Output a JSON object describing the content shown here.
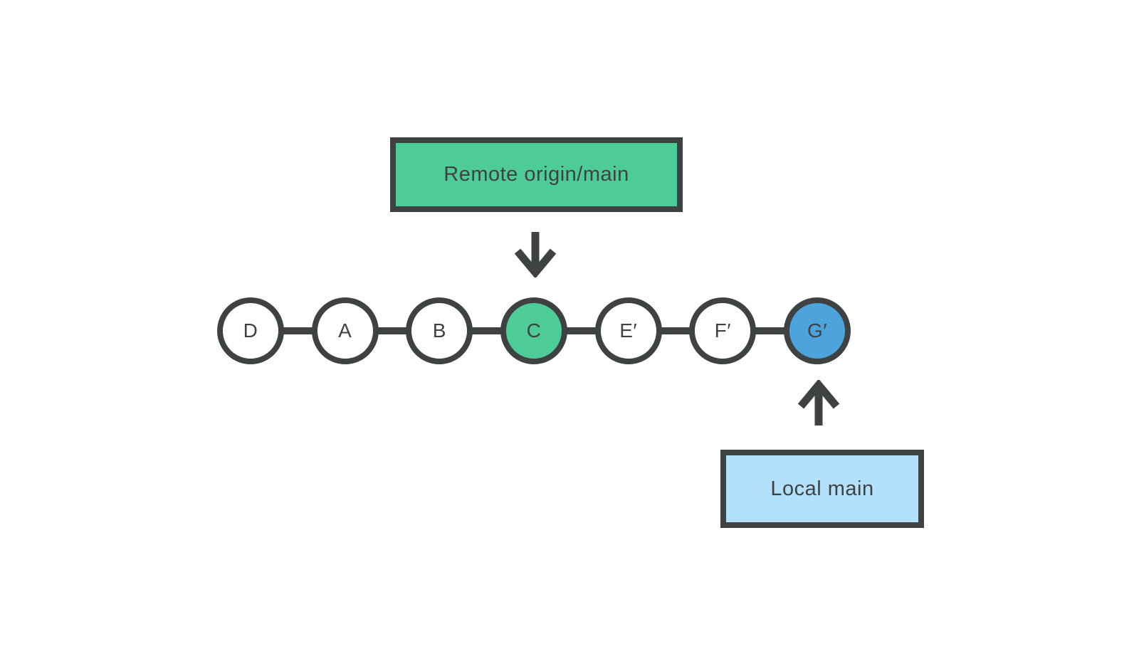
{
  "remote_box": {
    "label": "Remote origin/main"
  },
  "local_box": {
    "label": "Local main"
  },
  "commits": [
    {
      "label": "D",
      "type": "default"
    },
    {
      "label": "A",
      "type": "default"
    },
    {
      "label": "B",
      "type": "default"
    },
    {
      "label": "C",
      "type": "remote-head"
    },
    {
      "label": "E′",
      "type": "default"
    },
    {
      "label": "F′",
      "type": "default"
    },
    {
      "label": "G′",
      "type": "local-head"
    }
  ],
  "colors": {
    "outline": "#3E4243",
    "remote_green": "#4ECC97",
    "local_blue": "#4DA3DC",
    "local_box_blue": "#B3E0FA",
    "background": "#FFFFFF"
  }
}
